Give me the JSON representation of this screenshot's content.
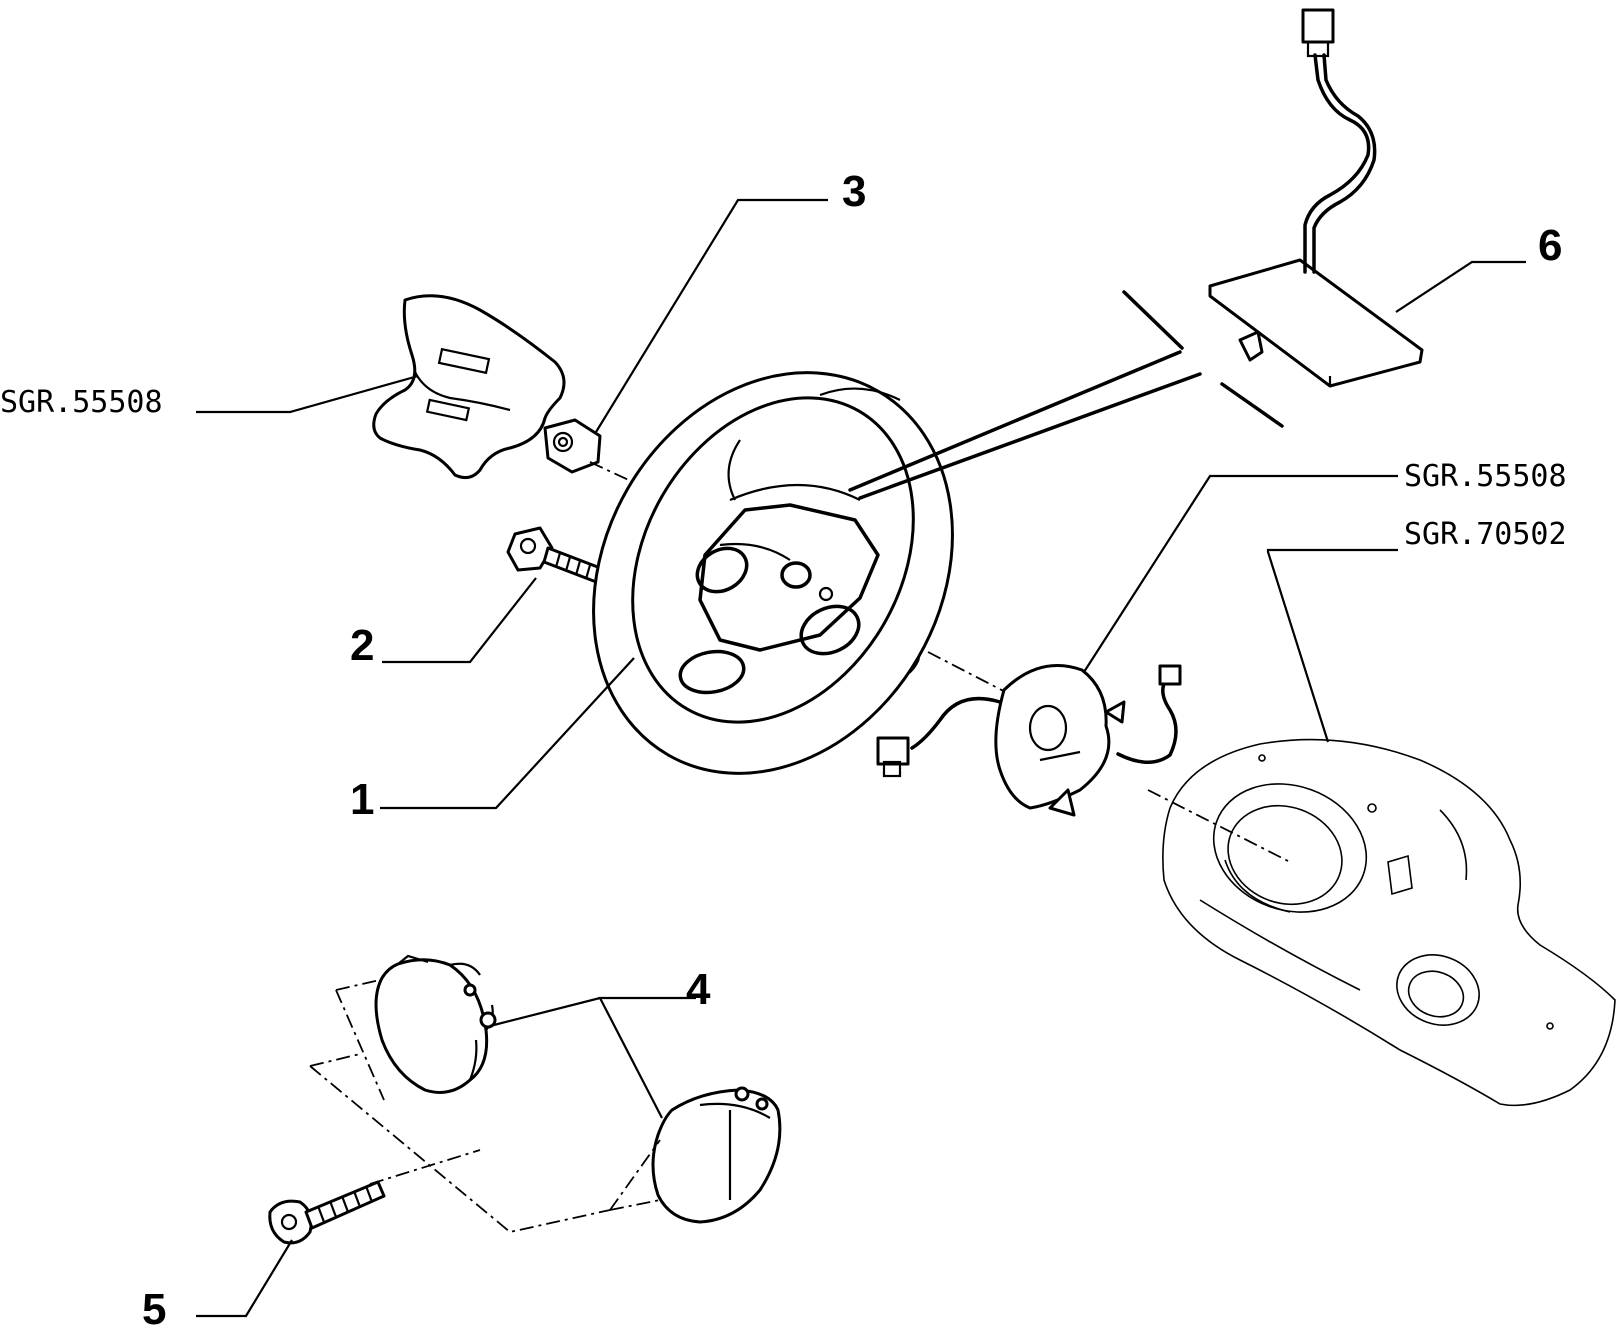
{
  "callouts": [
    {
      "id": "1",
      "text": "1"
    },
    {
      "id": "2",
      "text": "2"
    },
    {
      "id": "3",
      "text": "3"
    },
    {
      "id": "4",
      "text": "4"
    },
    {
      "id": "5",
      "text": "5"
    },
    {
      "id": "6",
      "text": "6"
    }
  ],
  "references": [
    {
      "id": "airbag-module-ref",
      "text": "SGR.55508"
    },
    {
      "id": "clock-spring-ref",
      "text": "SGR.55508"
    },
    {
      "id": "column-shroud-ref",
      "text": "SGR.70502"
    }
  ]
}
